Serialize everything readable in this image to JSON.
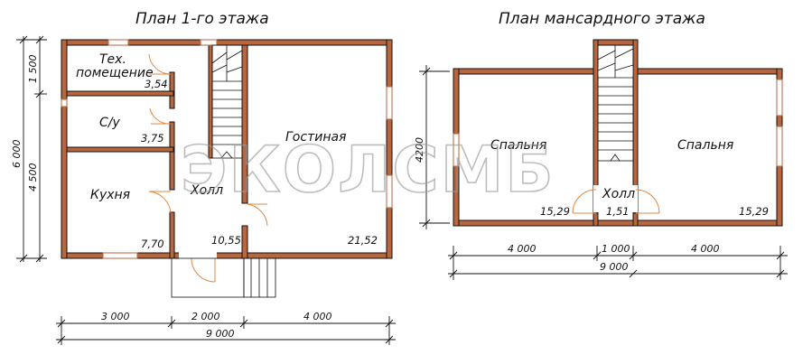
{
  "titles": {
    "floor1": "План 1-го этажа",
    "attic": "План мансардного этажа"
  },
  "floor1": {
    "rooms": {
      "tech_room_line1": "Тех.",
      "tech_room_line2": "помещение",
      "wc": "С/у",
      "kitchen": "Кухня",
      "hall": "Холл",
      "living": "Гостиная"
    },
    "areas": {
      "tech_room": "3,54",
      "wc": "3,75",
      "kitchen": "7,70",
      "hall": "10,55",
      "living": "21,52"
    },
    "dims_bottom": [
      "3 000",
      "2 000",
      "4 000"
    ],
    "dim_total_width": "9 000",
    "dims_left": [
      "1 500",
      "4 500"
    ],
    "dim_total_height": "6 000"
  },
  "attic": {
    "rooms": {
      "bedroom_left": "Спальня",
      "bedroom_right": "Спальня",
      "hall": "Холл"
    },
    "areas": {
      "bedroom_left": "15,29",
      "hall": "1,51",
      "bedroom_right": "15,29"
    },
    "dims_bottom": [
      "4 000",
      "1 000",
      "4 000"
    ],
    "dim_total_width": "9 000",
    "dim_height": "4200"
  },
  "watermark": "ЭКОЛСМБ",
  "colors": {
    "wall": "#b8663d",
    "door": "#e4873f",
    "line": "#111111"
  }
}
